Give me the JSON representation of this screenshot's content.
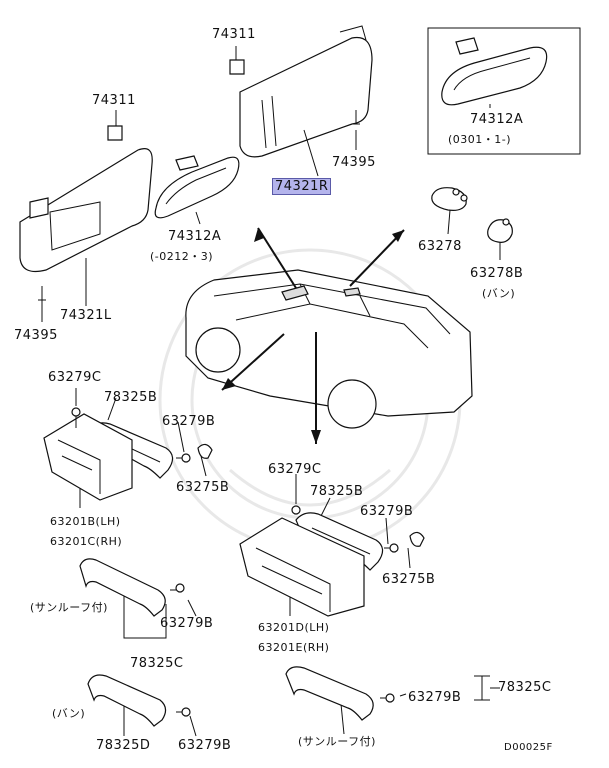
{
  "labels": {
    "visor_clip_right": "74311",
    "visor_clip_left": "74311",
    "visor_right": "74321R",
    "visor_left": "74321L",
    "visor_screw_right": "74395",
    "visor_screw_left": "74395",
    "mirror_a": "74312A",
    "mirror_a_note": "(-0212・3)",
    "mirror_b": "74312A",
    "mirror_b_note": "(0301・1-)",
    "lamp_a": "63278",
    "lamp_b": "63278B",
    "lamp_b_note": "(バン)",
    "plug_1": "63279C",
    "grip_1": "78325B",
    "screw_1": "63279B",
    "cap_1": "63275B",
    "bracket_1a": "63201B(LH)",
    "bracket_1b": "63201C(RH)",
    "plug_2": "63279C",
    "grip_2": "78325B",
    "screw_2": "63279B",
    "cap_2": "63275B",
    "bracket_2a": "63201D(LH)",
    "bracket_2b": "63201E(RH)",
    "sunroof_note_left": "(サンルーフ付)",
    "screw_3": "63279B",
    "grip_3": "78325C",
    "van_note": "(バン)",
    "grip_4": "78325D",
    "screw_4": "63279B",
    "grip_5": "78325C",
    "screw_5": "63279B",
    "sunroof_note_right": "(サンルーフ付)",
    "diagram_code": "D00025F"
  }
}
